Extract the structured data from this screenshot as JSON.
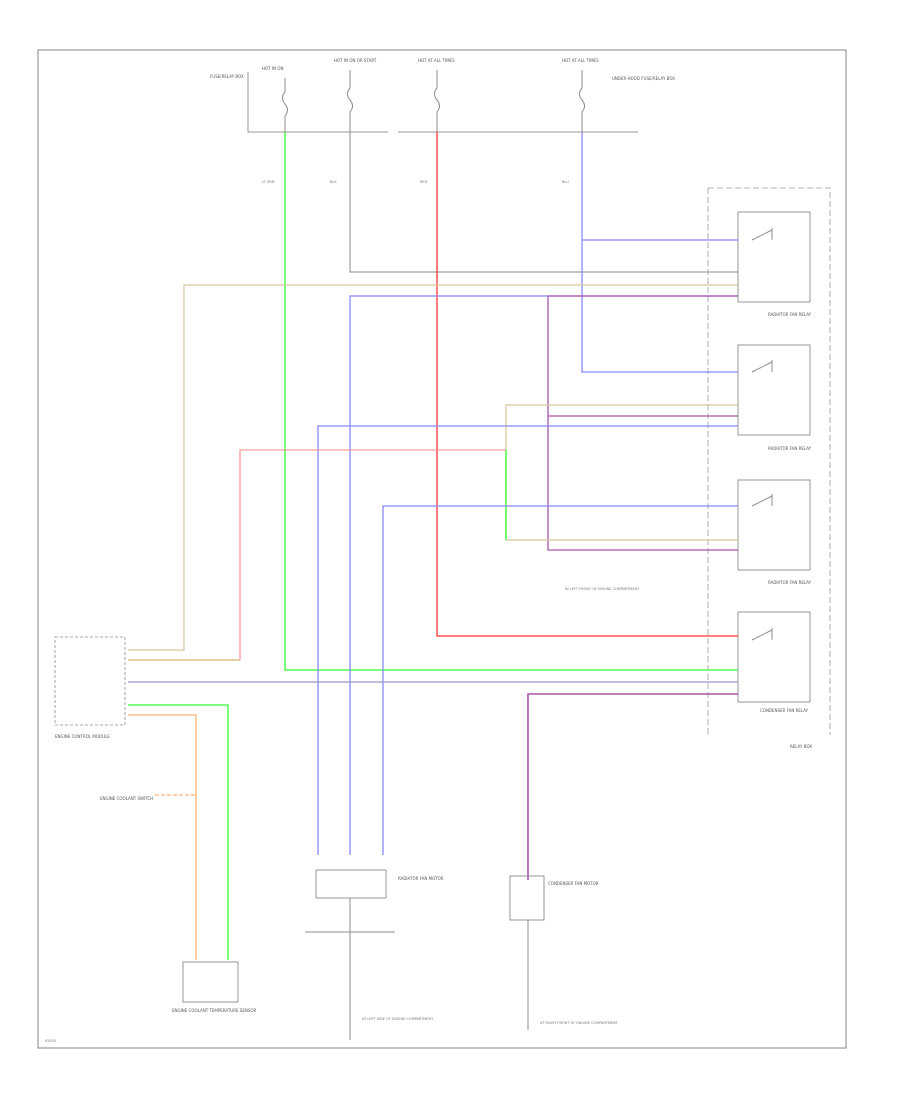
{
  "colors": {
    "frame": "#9a9a9a",
    "black_wire": "#8c8c8c",
    "green_wire": "#33ff33",
    "red_wire": "#ff3333",
    "blue_wire": "#8888ff",
    "tan_wire": "#d8c89a",
    "violet_wire": "#aa55aa",
    "orange_wire": "#ffb070",
    "component": "#8c8c8c"
  },
  "labels": {
    "fuse_top_1": "HOT IN ON",
    "fuse_top_2": "HOT IN ON OR START",
    "fuse_top_3": "HOT AT ALL TIMES",
    "fuse_top_4": "HOT AT ALL TIMES",
    "fuse_box_note": "FUSE/RELAY BOX",
    "underhood_note": "UNDER-HOOD FUSE/RELAY BOX",
    "relay_1": "RADIATOR FAN RELAY",
    "relay_2": "RADIATOR FAN RELAY",
    "relay_3": "RADIATOR FAN RELAY",
    "relay_4": "CONDENSER FAN RELAY",
    "relay_box": "RELAY BOX",
    "ecm": "ENGINE CONTROL MODULE",
    "coolant_switch": "ENGINE COOLANT SWITCH",
    "coolant_sensor": "ENGINE COOLANT TEMPERATURE SENSOR",
    "radiator_motor": "RADIATOR FAN MOTOR",
    "condenser_motor": "CONDENSER FAN MOTOR",
    "ground_left": "AT LEFT SIDE OF ENGINE COMPARTMENT",
    "ground_right": "AT RIGHT FRONT OF ENGINE COMPARTMENT",
    "relay_note": "IN LEFT FRONT OF ENGINE COMPARTMENT",
    "wire_blk": "BLK",
    "wire_lt_grn": "LT GRN",
    "wire_red": "RED",
    "wire_blu": "BLU",
    "diagram_id": "92834"
  }
}
